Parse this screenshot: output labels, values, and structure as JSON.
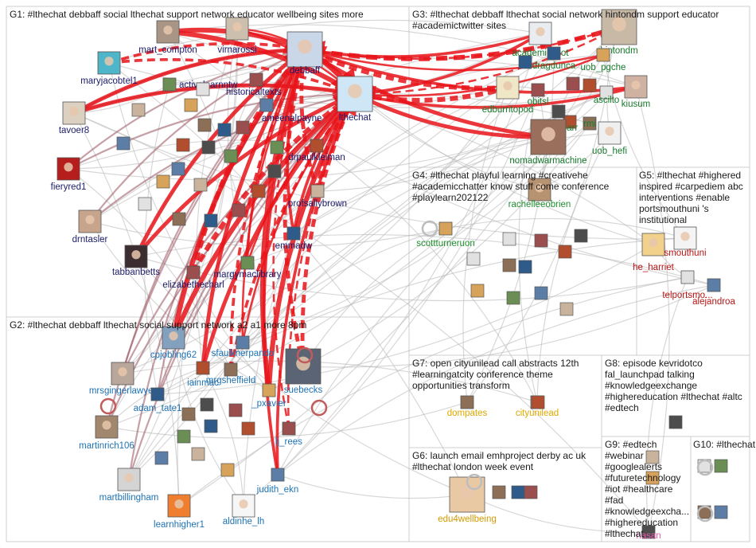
{
  "groups": [
    {
      "id": "G1",
      "title_lines": [
        "G1: #lthechat debbaff social lthechat support network educator wellbeing sites more"
      ]
    },
    {
      "id": "G2",
      "title_lines": [
        "G2: #lthechat debbaff lthechat social support network a2 a1 more 8pm"
      ]
    },
    {
      "id": "G3",
      "title_lines": [
        "G3: #lthechat debbaff lthechat social network hintondm support educator",
        "#academictwitter sites"
      ]
    },
    {
      "id": "G4",
      "title_lines": [
        "G4: #lthechat playful learning #creativehe",
        "#academicchatter know stuff come conference",
        "#playlearn202122"
      ]
    },
    {
      "id": "G5",
      "title_lines": [
        "G5: #lthechat #highered",
        "inspired #carpediem abc",
        "interventions #enable",
        "portsmouthuni 's",
        "institutional"
      ]
    },
    {
      "id": "G6",
      "title_lines": [
        "G6: launch email emhproject derby ac uk",
        "#lthechat london week event"
      ]
    },
    {
      "id": "G7",
      "title_lines": [
        "G7: open cityunilead call abstracts 12th",
        "#learningatcity conference theme",
        "opportunities transform"
      ]
    },
    {
      "id": "G8",
      "title_lines": [
        "G8: episode kevridotco",
        "fal_launchpad talking",
        "#knowledgeexchange",
        "#highereducation #lthechat #altc",
        "#edtech"
      ]
    },
    {
      "id": "G9",
      "title_lines": [
        "G9: #edtech",
        "#webinar",
        "#googlealerts",
        "#futuretechnology",
        "#iot #healthcare",
        "#fad",
        "#knowledgeexcha...",
        "#highereducation",
        "#lthechat"
      ]
    },
    {
      "id": "G10",
      "title_lines": [
        "G10: #lthechat"
      ]
    }
  ],
  "nodes": [
    {
      "id": "debbaff",
      "label": "debbaff",
      "group": "G1",
      "size": "large"
    },
    {
      "id": "lthechat",
      "label": "lthechat",
      "group": "G1",
      "size": "large"
    },
    {
      "id": "virnarossi",
      "label": "virnarossi",
      "group": "G1",
      "size": "medium"
    },
    {
      "id": "mart_compton",
      "label": "mart_compton",
      "group": "G1",
      "size": "medium"
    },
    {
      "id": "maryjacobtel1",
      "label": "maryjacobtel1",
      "group": "G1",
      "size": "medium"
    },
    {
      "id": "activelearnntw",
      "label": "activelearnntw",
      "group": "G1",
      "size": "small"
    },
    {
      "id": "historicaltexts",
      "label": "historicaltexts",
      "group": "G1",
      "size": "small"
    },
    {
      "id": "tavoer8",
      "label": "tavoer8",
      "group": "G1",
      "size": "medium"
    },
    {
      "id": "ameenalpayne",
      "label": "ameenalpayne",
      "group": "G1",
      "size": "small"
    },
    {
      "id": "drpaulkleiman",
      "label": "drpaulkleiman",
      "group": "G1",
      "size": "small"
    },
    {
      "id": "fieryred1",
      "label": "fieryred1",
      "group": "G1",
      "size": "medium"
    },
    {
      "id": "profsallybrown",
      "label": "profsallybrown",
      "group": "G1",
      "size": "small"
    },
    {
      "id": "drntasler",
      "label": "drntasler",
      "group": "G1",
      "size": "medium"
    },
    {
      "id": "emmadw",
      "label": "emmadw",
      "group": "G1",
      "size": "small"
    },
    {
      "id": "tabbanbetts",
      "label": "tabbanbetts",
      "group": "G1",
      "size": "medium"
    },
    {
      "id": "margymaclibrary",
      "label": "margymaclibrary",
      "group": "G1",
      "size": "small"
    },
    {
      "id": "elizabethecharl",
      "label": "elizabethecharl",
      "group": "G1",
      "size": "small"
    },
    {
      "id": "cpjobling62",
      "label": "cpjobling62",
      "group": "G2",
      "size": "medium"
    },
    {
      "id": "sfaulknerpando",
      "label": "sfaulknerpando",
      "group": "G2",
      "size": "small"
    },
    {
      "id": "iainmac",
      "label": "iainmac",
      "group": "G2",
      "size": "small"
    },
    {
      "id": "mrgsheffield",
      "label": "mrgsheffield",
      "group": "G2",
      "size": "small"
    },
    {
      "id": "suebecks",
      "label": "suebecks",
      "group": "G2",
      "size": "large"
    },
    {
      "id": "mrsgingerlawyer",
      "label": "mrsgingerlawyer",
      "group": "G2",
      "size": "medium"
    },
    {
      "id": "adam_tate1",
      "label": "adam_tate1",
      "group": "G2",
      "size": "small"
    },
    {
      "id": "_pxavier",
      "label": "_pxavier",
      "group": "G2",
      "size": "small"
    },
    {
      "id": "martinrich106",
      "label": "martinrich106",
      "group": "G2",
      "size": "medium"
    },
    {
      "id": "lj_rees",
      "label": "lj_rees",
      "group": "G2",
      "size": "small"
    },
    {
      "id": "martbillingham",
      "label": "martbillingham",
      "group": "G2",
      "size": "medium"
    },
    {
      "id": "judith_ekn",
      "label": "judith_ekn",
      "group": "G2",
      "size": "small"
    },
    {
      "id": "learnhigher1",
      "label": "learnhigher1",
      "group": "G2",
      "size": "medium"
    },
    {
      "id": "aldinhe_lh",
      "label": "aldinhe_lh",
      "group": "G2",
      "size": "medium"
    },
    {
      "id": "academicsbot",
      "label": "academicsbot",
      "group": "G3",
      "size": "medium"
    },
    {
      "id": "hintondm",
      "label": "hintondm",
      "group": "G3",
      "size": "large"
    },
    {
      "id": "dragdunca",
      "label": "dragdunca",
      "group": "G3",
      "size": "small"
    },
    {
      "id": "uob_pgche",
      "label": "uob_pgche",
      "group": "G3",
      "size": "small"
    },
    {
      "id": "edburritopod",
      "label": "edburritopod",
      "group": "G3",
      "size": "medium"
    },
    {
      "id": "obitsl",
      "label": "obitsl",
      "group": "G3",
      "size": "small"
    },
    {
      "id": "ascilto",
      "label": "ascilto",
      "group": "G3",
      "size": "small"
    },
    {
      "id": "kiusum",
      "label": "kiusum",
      "group": "G3",
      "size": "medium"
    },
    {
      "id": "barr",
      "label": "barr",
      "group": "G3",
      "size": "small"
    },
    {
      "id": "rmi",
      "label": "rmi",
      "group": "G3",
      "size": "small"
    },
    {
      "id": "nomadwarmachine",
      "label": "nomadwarmachine",
      "group": "G3",
      "size": "large"
    },
    {
      "id": "uob_hefi",
      "label": "uob_hefi",
      "group": "G3",
      "size": "medium"
    },
    {
      "id": "rachelleeobrien",
      "label": "rachelleeobrien",
      "group": "G4",
      "size": "medium"
    },
    {
      "id": "scottturneruon",
      "label": "scottturneruon",
      "group": "G4",
      "size": "small"
    },
    {
      "id": "he_harriet",
      "label": "he_harriet",
      "group": "G5",
      "size": "medium"
    },
    {
      "id": "smouthuni",
      "label": "smouthuni",
      "group": "G5",
      "size": "medium"
    },
    {
      "id": "telportsmouth",
      "label": "telportsmo...",
      "group": "G5",
      "size": "small"
    },
    {
      "id": "alejandroa",
      "label": "alejandroa",
      "group": "G5",
      "size": "small"
    },
    {
      "id": "edu4wellbeing",
      "label": "edu4wellbeing",
      "group": "G6",
      "size": "large"
    },
    {
      "id": "dompates",
      "label": "dompates",
      "group": "G7",
      "size": "small"
    },
    {
      "id": "cityunilead",
      "label": "cityunilead",
      "group": "G7",
      "size": "small"
    },
    {
      "id": "nasan",
      "label": "nasan",
      "group": "G9",
      "size": "small"
    }
  ],
  "colors": {
    "G1": "#1c1c6b",
    "G2": "#1e73b5",
    "G3": "#177a2c",
    "G4": "#1f8f2f",
    "G5": "#b81414",
    "G6": "#d69a00",
    "G7": "#e0a800",
    "G8": "#7a9a00",
    "G9": "#e25aa7",
    "G10": "#7a7a7a",
    "edge_strong": "#e8151b",
    "edge_weak": "#b8b8b8",
    "edge_mid": "#a0606a"
  }
}
